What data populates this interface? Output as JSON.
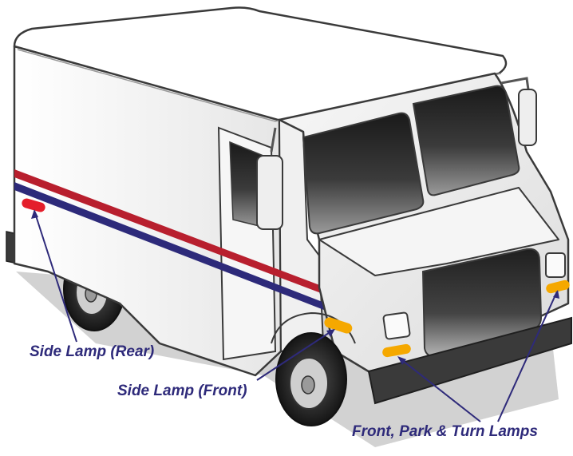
{
  "labels": {
    "side_lamp_rear": "Side Lamp (Rear)",
    "side_lamp_front": "Side Lamp (Front)",
    "front_park_turn": "Front, Park & Turn Lamps"
  },
  "colors": {
    "label_text": "#2e2a7a",
    "leader_line": "#2e2a7a",
    "amber_lamp": "#f5a800",
    "red_lamp": "#e41e2b",
    "stripe_red": "#b81f2e",
    "stripe_blue": "#2d2a7a",
    "body": "#f4f4f4",
    "outline": "#3a3a3a",
    "ground_shadow": "#cfcfcf",
    "window": "#2a2a2a"
  }
}
